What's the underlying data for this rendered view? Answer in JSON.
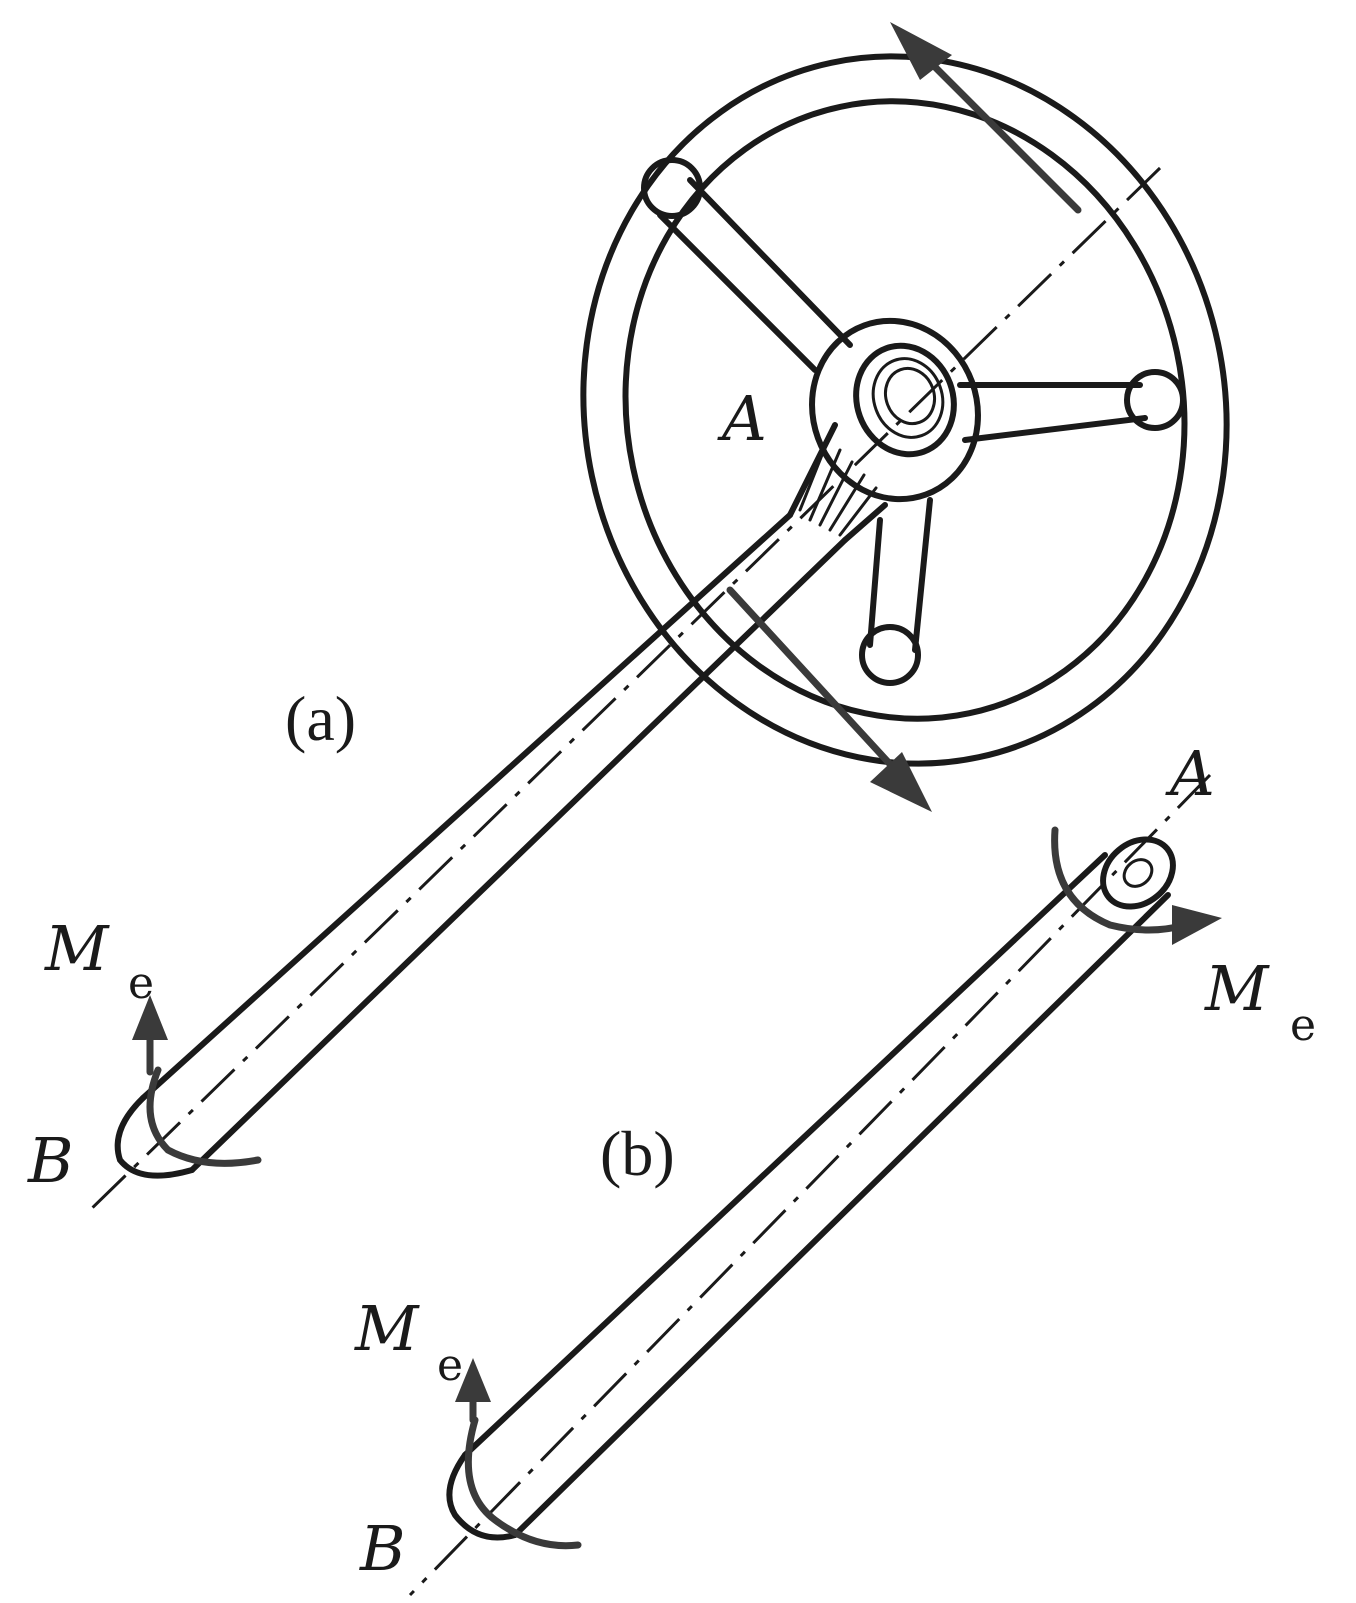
{
  "labels": {
    "a_top": "A",
    "a_right": "A",
    "b_left": "B",
    "b_bottom": "B",
    "moment_m": "M",
    "moment_sub": "e",
    "caption_a": "(a)",
    "caption_b": "(b)"
  }
}
